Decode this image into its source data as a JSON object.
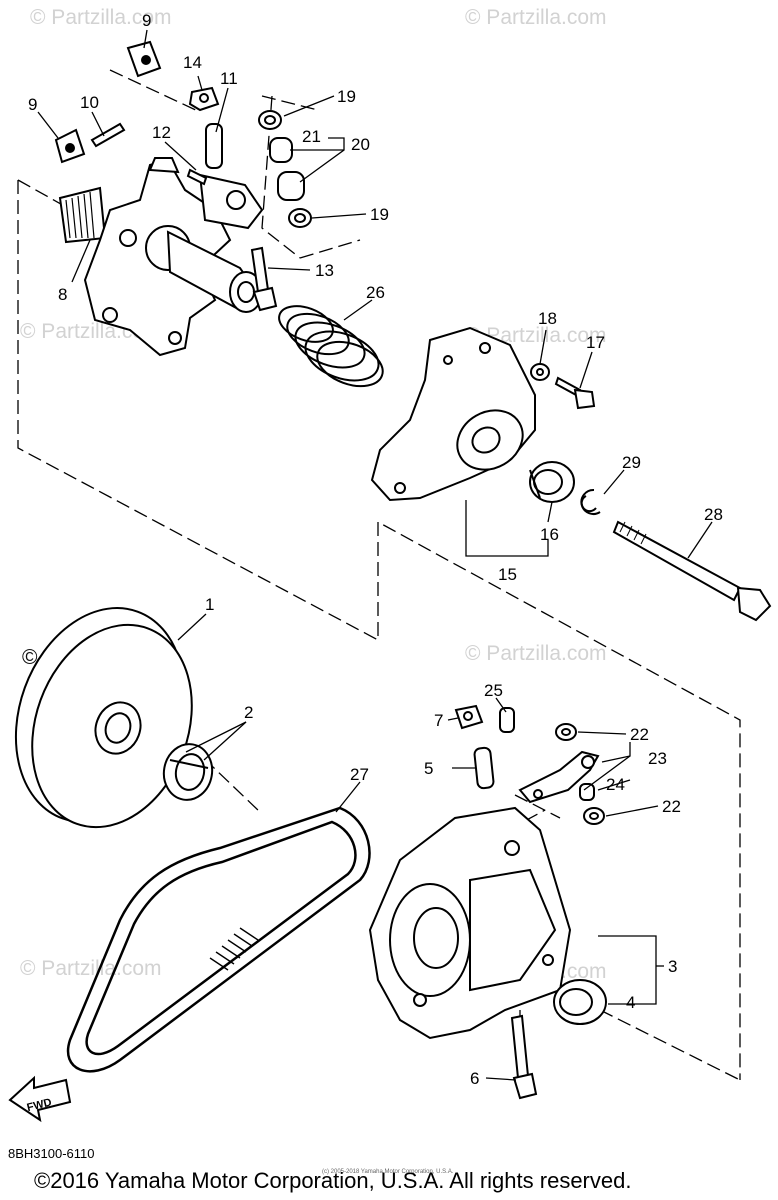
{
  "watermarks": {
    "text": "© Partzilla.com",
    "prominent": "© Partzilla.com"
  },
  "callouts": {
    "c1": "1",
    "c2": "2",
    "c3": "3",
    "c4": "4",
    "c5": "5",
    "c6": "6",
    "c7": "7",
    "c8": "8",
    "c9a": "9",
    "c9b": "9",
    "c10": "10",
    "c11": "11",
    "c12": "12",
    "c13": "13",
    "c14": "14",
    "c15": "15",
    "c16": "16",
    "c17": "17",
    "c18": "18",
    "c19a": "19",
    "c19b": "19",
    "c20": "20",
    "c21": "21",
    "c22a": "22",
    "c22b": "22",
    "c23": "23",
    "c24": "24",
    "c25": "25",
    "c26": "26",
    "c27": "27",
    "c28": "28",
    "c29": "29"
  },
  "fwd_label": "FWD",
  "diagram_code": "8BH3100-6110",
  "copyright": "©2016 Yamaha Motor Corporation, U.S.A. All rights reserved.",
  "small_print": "(c) 2005-2018 Yamaha Motor Corporation, U.S.A."
}
